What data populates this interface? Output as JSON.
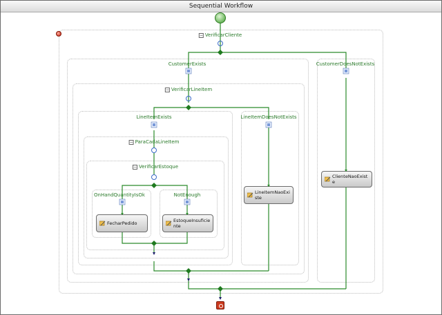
{
  "window": {
    "title": "Sequential Workflow"
  },
  "colors": {
    "connector": "#2a8a2a",
    "label": "#2a7a2a",
    "fault": "#c02010",
    "stop": "#cc3a1e"
  },
  "icons": {
    "start": "start-circle-icon",
    "stop": "stop-square-icon",
    "error": "error-dot-icon",
    "expand": "expand-toggle-icon",
    "activity": "code-activity-icon",
    "condition": "condition-branch-icon"
  },
  "workflow": {
    "verificar_cliente": {
      "label": "VerificarCliente",
      "toggle": "⊟"
    },
    "customer_exists": {
      "label": "CustomerExists"
    },
    "customer_does_not_exists": {
      "label": "CustomerDoesNotExists"
    },
    "verificar_line_item": {
      "label": "VerificarLineItem",
      "toggle": "⊟"
    },
    "line_item_exists": {
      "label": "LineItemExists"
    },
    "line_item_does_not_exists": {
      "label": "LineItemDoesNotExists"
    },
    "para_cada_line_item": {
      "label": "ParaCadaLineItem",
      "toggle": "⊟"
    },
    "verificar_estoque": {
      "label": "VerificarEstoque",
      "toggle": "⊟"
    },
    "on_hand_quantity_is_ok": {
      "label": "OnHandQuantityIsOk"
    },
    "not_enough": {
      "label": "NotEnough"
    },
    "activities": {
      "fechar_pedido": "FecharPedido",
      "estoque_insuficiente": "EstoqueInsuficiente",
      "line_item_nao_existe": "LineItemNaoExiste",
      "cliente_nao_existe": "ClienteNaoExiste"
    }
  }
}
